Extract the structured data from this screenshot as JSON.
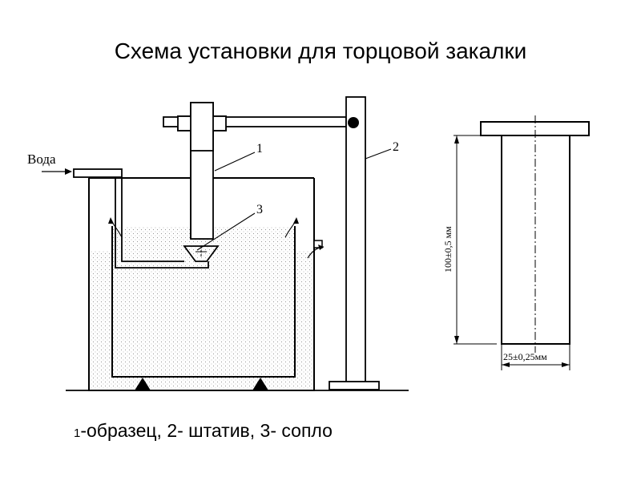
{
  "title": "Схема установки для торцовой закалки",
  "labels": {
    "water": "Вода",
    "sample_no": "1",
    "stand_no": "2",
    "nozzle_no": "3"
  },
  "dimensions": {
    "length": "100±0,5 мм",
    "diameter": "25±0,25мм"
  },
  "caption": {
    "prefix": "1",
    "rest": "-образец, 2- штатив, 3- сопло"
  }
}
